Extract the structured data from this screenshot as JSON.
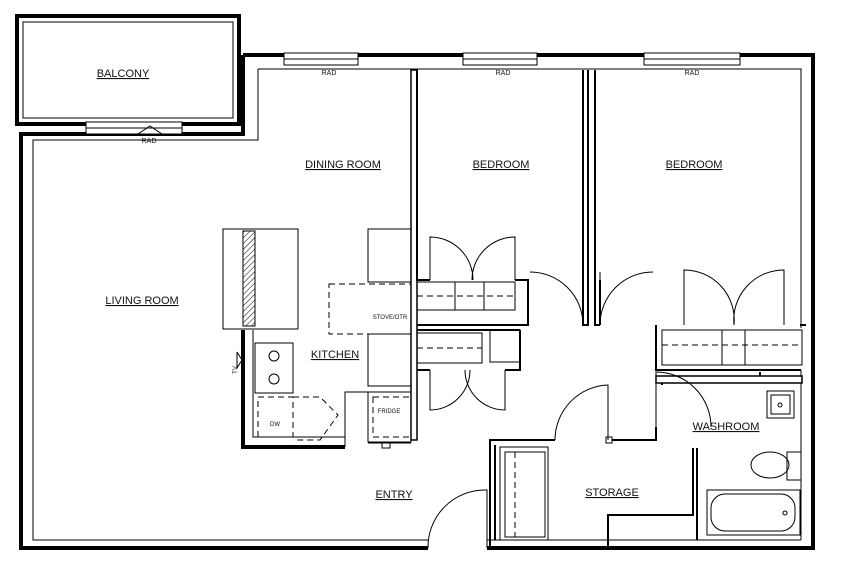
{
  "rooms": {
    "balcony": "BALCONY",
    "dining_room": "DINING ROOM",
    "bedroom_1": "BEDROOM",
    "bedroom_2": "BEDROOM",
    "living_room": "LIVING ROOM",
    "kitchen": "KITCHEN",
    "washroom": "WASHROOM",
    "storage": "STORAGE",
    "entry": "ENTRY"
  },
  "fixtures": {
    "rad_1": "RAD",
    "rad_2": "RAD",
    "rad_3": "RAD",
    "rad_balcony": "RAD",
    "stove": "STOVE/OTR",
    "fridge": "FRIDGE",
    "dishwasher": "DW",
    "tv": "TV"
  }
}
